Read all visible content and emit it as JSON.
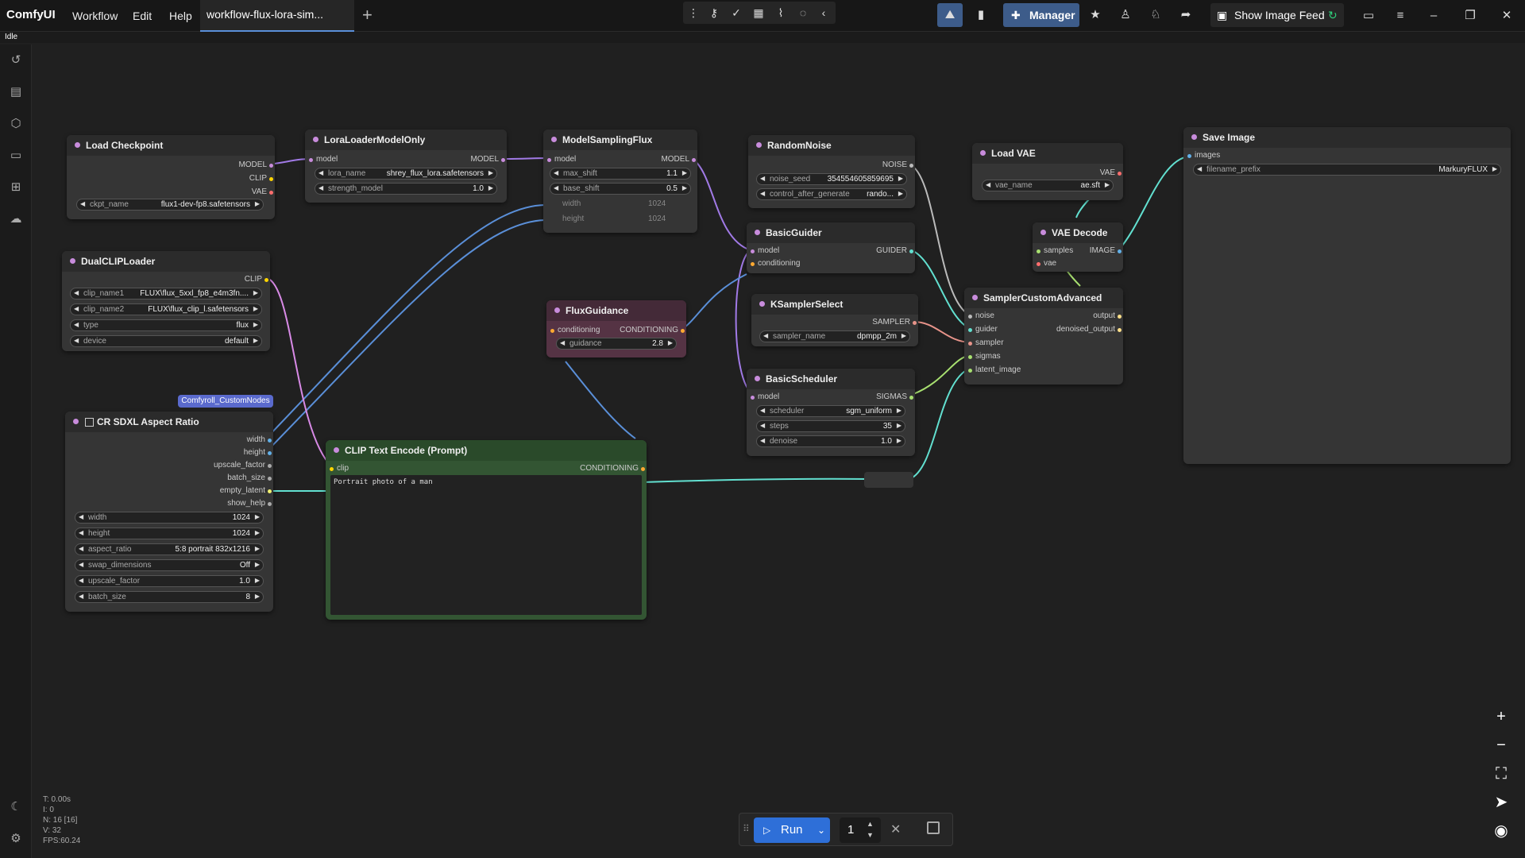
{
  "app": {
    "name": "ComfyUI",
    "status": "Idle"
  },
  "menu": {
    "workflow": "Workflow",
    "edit": "Edit",
    "help": "Help"
  },
  "tab": {
    "title": "workflow-flux-lora-sim..."
  },
  "toolbar": {
    "manager_label": "Manager",
    "feed_label": "Show Image Feed"
  },
  "tag": {
    "label": "Comfyroll_CustomNodes"
  },
  "nodes": {
    "load_checkpoint": {
      "title": "Load Checkpoint",
      "outputs": [
        "MODEL",
        "CLIP",
        "VAE"
      ],
      "ckpt_label": "ckpt_name",
      "ckpt_value": "flux1-dev-fp8.safetensors"
    },
    "lora": {
      "title": "LoraLoaderModelOnly",
      "in_model": "model",
      "out_model": "MODEL",
      "w1_label": "lora_name",
      "w1_value": "shrey_flux_lora.safetensors",
      "w2_label": "strength_model",
      "w2_value": "1.0"
    },
    "msf": {
      "title": "ModelSamplingFlux",
      "in_model": "model",
      "out_model": "MODEL",
      "w1_label": "max_shift",
      "w1_value": "1.1",
      "w2_label": "base_shift",
      "w2_value": "0.5",
      "d1_label": "width",
      "d1_value": "1024",
      "d2_label": "height",
      "d2_value": "1024"
    },
    "noise": {
      "title": "RandomNoise",
      "out": "NOISE",
      "w1_label": "noise_seed",
      "w1_value": "354554605859695",
      "w2_label": "control_after_generate",
      "w2_value": "rando..."
    },
    "vae": {
      "title": "Load VAE",
      "out": "VAE",
      "w1_label": "vae_name",
      "w1_value": "ae.sft"
    },
    "save": {
      "title": "Save Image",
      "in": "images",
      "w1_label": "filename_prefix",
      "w1_value": "MarkuryFLUX"
    },
    "guider": {
      "title": "BasicGuider",
      "in1": "model",
      "in2": "conditioning",
      "out": "GUIDER"
    },
    "vae_decode": {
      "title": "VAE Decode",
      "in1": "samples",
      "in2": "vae",
      "out": "IMAGE"
    },
    "dualclip": {
      "title": "DualCLIPLoader",
      "out": "CLIP",
      "w1_label": "clip_name1",
      "w1_value": "FLUX\\flux_5xxl_fp8_e4m3fn....",
      "w2_label": "clip_name2",
      "w2_value": "FLUX\\flux_clip_l.safetensors",
      "w3_label": "type",
      "w3_value": "flux",
      "w4_label": "device",
      "w4_value": "default"
    },
    "flux_guidance": {
      "title": "FluxGuidance",
      "in": "conditioning",
      "out": "CONDITIONING",
      "w1_label": "guidance",
      "w1_value": "2.8"
    },
    "ksampler_select": {
      "title": "KSamplerSelect",
      "out": "SAMPLER",
      "w1_label": "sampler_name",
      "w1_value": "dpmpp_2m"
    },
    "sca": {
      "title": "SamplerCustomAdvanced",
      "ins": [
        "noise",
        "guider",
        "sampler",
        "sigmas",
        "latent_image"
      ],
      "out1": "output",
      "out2": "denoised_output"
    },
    "scheduler": {
      "title": "BasicScheduler",
      "in": "model",
      "out": "SIGMAS",
      "w1_label": "scheduler",
      "w1_value": "sgm_uniform",
      "w2_label": "steps",
      "w2_value": "35",
      "w3_label": "denoise",
      "w3_value": "1.0"
    },
    "cr_sdxl": {
      "title": "CR SDXL Aspect Ratio",
      "outputs": [
        "width",
        "height",
        "upscale_factor",
        "batch_size",
        "empty_latent",
        "show_help"
      ],
      "w1_label": "width",
      "w1_value": "1024",
      "w2_label": "height",
      "w2_value": "1024",
      "w3_label": "aspect_ratio",
      "w3_value": "5:8 portrait 832x1216",
      "w4_label": "swap_dimensions",
      "w4_value": "Off",
      "w5_label": "upscale_factor",
      "w5_value": "1.0",
      "w6_label": "batch_size",
      "w6_value": "8"
    },
    "clip_text": {
      "title": "CLIP Text Encode (Prompt)",
      "in": "clip",
      "out": "CONDITIONING",
      "prompt": "Portrait photo of a man"
    }
  },
  "run": {
    "label": "Run",
    "batch_count": "1"
  },
  "stats": {
    "t": "T: 0.00s",
    "i": "I: 0",
    "n": "N: 16 [16]",
    "v": "V: 32",
    "fps": "FPS:60.24"
  },
  "colors": {
    "accent": "#2e6fd8",
    "manager": "#3d5c8a",
    "node_bg": "#353535",
    "clip_node": "#335533",
    "guidance_node": "#553344"
  }
}
